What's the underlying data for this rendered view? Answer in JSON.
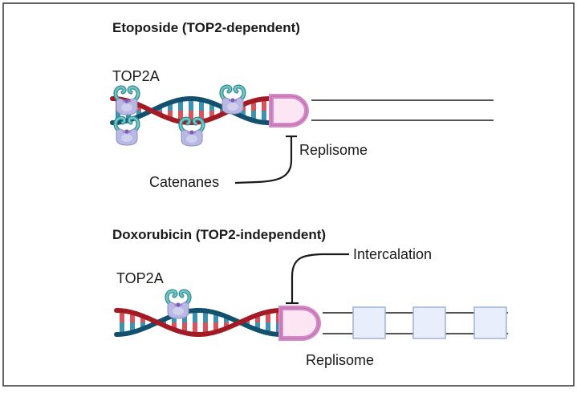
{
  "panels": {
    "top": {
      "title": "Etoposide (TOP2-dependent)",
      "enzyme_label": "TOP2A",
      "replisome_label": "Replisome",
      "annotation_label": "Catenanes"
    },
    "bottom": {
      "title": "Doxorubicin (TOP2-independent)",
      "enzyme_label": "TOP2A",
      "replisome_label": "Replisome",
      "annotation_label": "Intercalation"
    }
  },
  "colors": {
    "strand_red": "#a11a24",
    "strand_blue": "#12506e",
    "rung_red": "#d9535b",
    "rung_blue": "#3b93b3",
    "replisome_fill": "#fde6f3",
    "replisome_stroke": "#d58ac7",
    "box_fill": "#e8eefb",
    "box_stroke": "#9fb2d6",
    "top2a_teal": "#3aa4a8",
    "top2a_lavender": "#b8b9e2"
  },
  "icons": [
    "top2a-enzyme-icon",
    "replisome-icon",
    "inhibition-bar-icon"
  ]
}
